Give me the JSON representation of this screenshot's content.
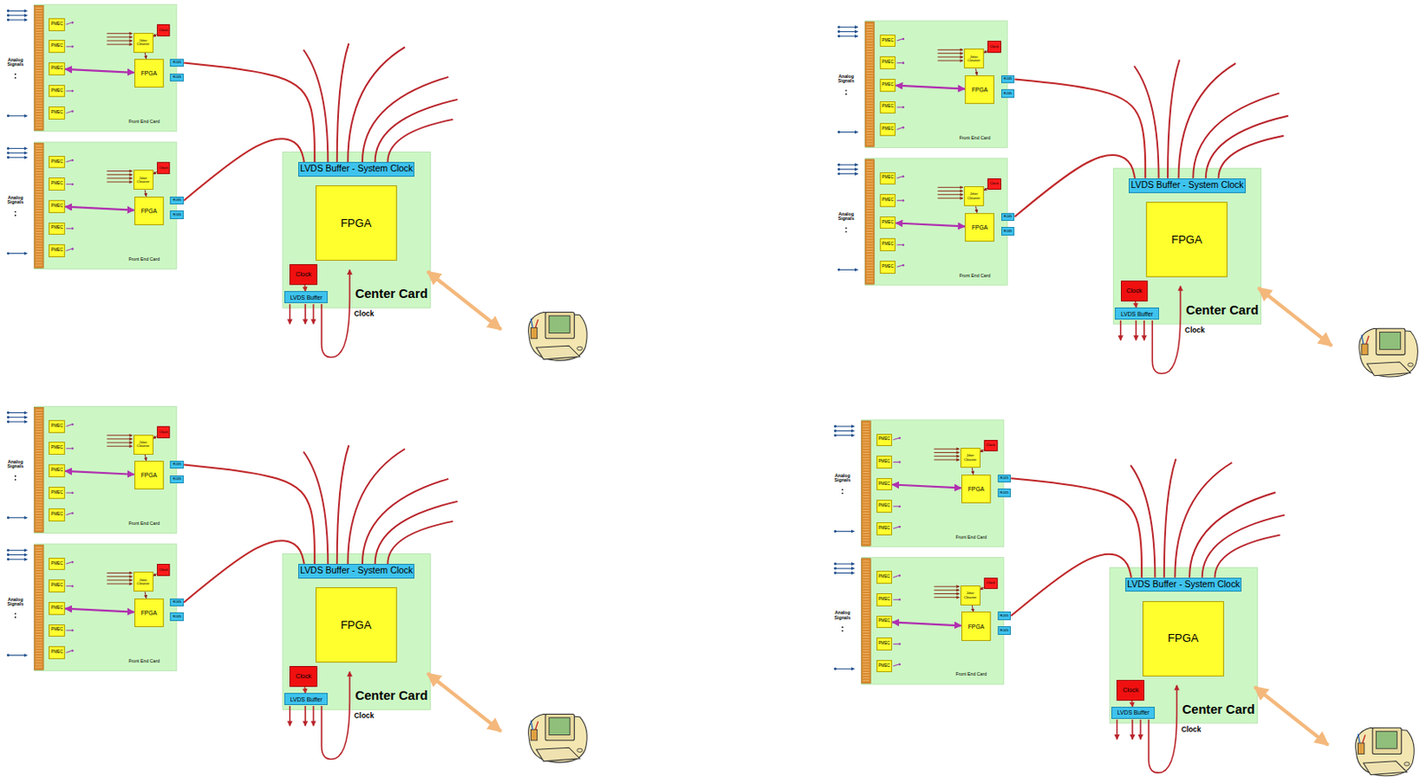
{
  "diagram": {
    "nodes": [
      {
        "text": [
          "Front End Card"
        ]
      },
      {
        "text": [
          "PMEC"
        ],
        "in": 0
      },
      {
        "text": [
          "PMEC"
        ],
        "in": 0
      },
      {
        "text": [
          "PMEC"
        ],
        "in": 0
      },
      {
        "text": [
          "PMEC"
        ],
        "in": 0
      },
      {
        "text": [
          "PMEC"
        ],
        "in": 0
      },
      {
        "text": [
          "Jitter Cleaner"
        ],
        "in": 0
      },
      {
        "text": [
          "Clock"
        ],
        "in": 0
      },
      {
        "text": [
          "FPGA"
        ],
        "in": 0
      },
      {
        "text": [
          "RJ45"
        ],
        "in": 0
      },
      {
        "text": [
          "RJ45"
        ],
        "in": 0
      },
      {
        "text": [
          "Front End Card"
        ]
      },
      {
        "text": [
          "PMEC"
        ],
        "in": 11
      },
      {
        "text": [
          "PMEC"
        ],
        "in": 11
      },
      {
        "text": [
          "PMEC"
        ],
        "in": 11
      },
      {
        "text": [
          "PMEC"
        ],
        "in": 11
      },
      {
        "text": [
          "PMEC"
        ],
        "in": 11
      },
      {
        "text": [
          "Jitter Cleaner"
        ],
        "in": 11
      },
      {
        "text": [
          "Clock"
        ],
        "in": 11
      },
      {
        "text": [
          "FPGA"
        ],
        "in": 11
      },
      {
        "text": [
          "RJ45"
        ],
        "in": 11
      },
      {
        "text": [
          "RJ45"
        ],
        "in": 11
      },
      {
        "text": [
          "Center Card"
        ]
      },
      {
        "text": [
          "LVDS Buffer - System Clock"
        ],
        "in": 22
      },
      {
        "text": [
          "FPGA"
        ],
        "in": 22
      },
      {
        "text": [
          "Clock"
        ],
        "in": 22
      },
      {
        "text": [
          "LVDS Buffer"
        ],
        "in": 22
      },
      {
        "text": [
          "Front End Card"
        ]
      },
      {
        "text": [
          "PMEC"
        ],
        "in": 27
      },
      {
        "text": [
          "PMEC"
        ],
        "in": 27
      },
      {
        "text": [
          "PMEC"
        ],
        "in": 27
      },
      {
        "text": [
          "PMEC"
        ],
        "in": 27
      },
      {
        "text": [
          "PMEC"
        ],
        "in": 27
      },
      {
        "text": [
          "Jitter Cleaner"
        ],
        "in": 27
      },
      {
        "text": [
          "Clock"
        ],
        "in": 27
      },
      {
        "text": [
          "FPGA"
        ],
        "in": 27
      },
      {
        "text": [
          "RJ45"
        ],
        "in": 27
      },
      {
        "text": [
          "RJ45"
        ],
        "in": 27
      },
      {
        "text": [
          "Front End Card"
        ]
      },
      {
        "text": [
          "PMEC"
        ],
        "in": 38
      },
      {
        "text": [
          "PMEC"
        ],
        "in": 38
      },
      {
        "text": [
          "PMEC"
        ],
        "in": 38
      },
      {
        "text": [
          "PMEC"
        ],
        "in": 38
      },
      {
        "text": [
          "PMEC"
        ],
        "in": 38
      },
      {
        "text": [
          "Jitter Cleaner"
        ],
        "in": 38
      },
      {
        "text": [
          "Clock"
        ],
        "in": 38
      },
      {
        "text": [
          "FPGA"
        ],
        "in": 38
      },
      {
        "text": [
          "RJ45"
        ],
        "in": 38
      },
      {
        "text": [
          "RJ45"
        ],
        "in": 38
      },
      {
        "text": [
          "Center Card"
        ]
      },
      {
        "text": [
          "LVDS Buffer - System Clock"
        ],
        "in": 49
      },
      {
        "text": [
          "FPGA"
        ],
        "in": 49
      },
      {
        "text": [
          "Clock"
        ],
        "in": 49
      },
      {
        "text": [
          "LVDS Buffer"
        ],
        "in": 49
      },
      {
        "text": [
          "Front End Card"
        ]
      },
      {
        "text": [
          "PMEC"
        ],
        "in": 54
      },
      {
        "text": [
          "PMEC"
        ],
        "in": 54
      },
      {
        "text": [
          "PMEC"
        ],
        "in": 54
      },
      {
        "text": [
          "PMEC"
        ],
        "in": 54
      },
      {
        "text": [
          "PMEC"
        ],
        "in": 54
      },
      {
        "text": [
          "Jitter Cleaner"
        ],
        "in": 54
      },
      {
        "text": [
          "Clock"
        ],
        "in": 54
      },
      {
        "text": [
          "FPGA"
        ],
        "in": 54
      },
      {
        "text": [
          "RJ45"
        ],
        "in": 54
      },
      {
        "text": [
          "RJ45"
        ],
        "in": 54
      },
      {
        "text": [
          "Front End Card"
        ]
      },
      {
        "text": [
          "PMEC"
        ],
        "in": 65
      },
      {
        "text": [
          "PMEC"
        ],
        "in": 65
      },
      {
        "text": [
          "PMEC"
        ],
        "in": 65
      },
      {
        "text": [
          "PMEC"
        ],
        "in": 65
      },
      {
        "text": [
          "PMEC"
        ],
        "in": 65
      },
      {
        "text": [
          "Jitter Cleaner"
        ],
        "in": 65
      },
      {
        "text": [
          "Clock"
        ],
        "in": 65
      },
      {
        "text": [
          "FPGA"
        ],
        "in": 65
      },
      {
        "text": [
          "RJ45"
        ],
        "in": 65
      },
      {
        "text": [
          "RJ45"
        ],
        "in": 65
      },
      {
        "text": [
          "Center Card"
        ]
      },
      {
        "text": [
          "LVDS Buffer - System Clock"
        ],
        "in": 76
      },
      {
        "text": [
          "FPGA"
        ],
        "in": 76
      },
      {
        "text": [
          "Clock"
        ],
        "in": 76
      },
      {
        "text": [
          "LVDS Buffer"
        ],
        "in": 76
      },
      {
        "text": [
          "Front End Card"
        ]
      },
      {
        "text": [
          "PMEC"
        ],
        "in": 81
      },
      {
        "text": [
          "PMEC"
        ],
        "in": 81
      },
      {
        "text": [
          "PMEC"
        ],
        "in": 81
      },
      {
        "text": [
          "PMEC"
        ],
        "in": 81
      },
      {
        "text": [
          "PMEC"
        ],
        "in": 81
      },
      {
        "text": [
          "Jitter Cleaner"
        ],
        "in": 81
      },
      {
        "text": [
          "Clock"
        ],
        "in": 81
      },
      {
        "text": [
          "FPGA"
        ],
        "in": 81
      },
      {
        "text": [
          "RJ45"
        ],
        "in": 81
      },
      {
        "text": [
          "RJ45"
        ],
        "in": 81
      },
      {
        "text": [
          "Front End Card"
        ]
      },
      {
        "text": [
          "PMEC"
        ],
        "in": 92
      },
      {
        "text": [
          "PMEC"
        ],
        "in": 92
      },
      {
        "text": [
          "PMEC"
        ],
        "in": 92
      },
      {
        "text": [
          "PMEC"
        ],
        "in": 92
      },
      {
        "text": [
          "PMEC"
        ],
        "in": 92
      },
      {
        "text": [
          "Jitter Cleaner"
        ],
        "in": 92
      },
      {
        "text": [
          "Clock"
        ],
        "in": 92
      },
      {
        "text": [
          "FPGA"
        ],
        "in": 92
      },
      {
        "text": [
          "RJ45"
        ],
        "in": 92
      },
      {
        "text": [
          "RJ45"
        ],
        "in": 92
      },
      {
        "text": [
          "Center Card"
        ]
      },
      {
        "text": [
          "LVDS Buffer - System Clock"
        ],
        "in": 103
      },
      {
        "text": [
          "FPGA"
        ],
        "in": 103
      },
      {
        "text": [
          "Clock"
        ],
        "in": 103
      },
      {
        "text": [
          "LVDS Buffer"
        ],
        "in": 103
      }
    ],
    "edges": [
      {
        "from": 7,
        "to": 6,
        "arrow": "to"
      },
      {
        "from": 6,
        "to": 8,
        "arrow": "to"
      },
      {
        "from": 8,
        "to": 3,
        "arrow": "both"
      },
      {
        "from": 18,
        "to": 17,
        "arrow": "to"
      },
      {
        "from": 17,
        "to": 19,
        "arrow": "to"
      },
      {
        "from": 19,
        "to": 14,
        "arrow": "both"
      },
      {
        "from": 9,
        "to": 23,
        "arrow": "none"
      },
      {
        "from": 20,
        "to": 23,
        "arrow": "none"
      },
      {
        "from": 25,
        "to": 26,
        "arrow": "to"
      },
      {
        "from": 34,
        "to": 33,
        "arrow": "to"
      },
      {
        "from": 33,
        "to": 35,
        "arrow": "to"
      },
      {
        "from": 35,
        "to": 30,
        "arrow": "both"
      },
      {
        "from": 45,
        "to": 44,
        "arrow": "to"
      },
      {
        "from": 44,
        "to": 46,
        "arrow": "to"
      },
      {
        "from": 46,
        "to": 41,
        "arrow": "both"
      },
      {
        "from": 36,
        "to": 50,
        "arrow": "none"
      },
      {
        "from": 47,
        "to": 50,
        "arrow": "none"
      },
      {
        "from": 52,
        "to": 53,
        "arrow": "to"
      },
      {
        "from": 61,
        "to": 60,
        "arrow": "to"
      },
      {
        "from": 60,
        "to": 62,
        "arrow": "to"
      },
      {
        "from": 62,
        "to": 57,
        "arrow": "both"
      },
      {
        "from": 72,
        "to": 71,
        "arrow": "to"
      },
      {
        "from": 71,
        "to": 73,
        "arrow": "to"
      },
      {
        "from": 73,
        "to": 68,
        "arrow": "both"
      },
      {
        "from": 63,
        "to": 77,
        "arrow": "none"
      },
      {
        "from": 74,
        "to": 77,
        "arrow": "none"
      },
      {
        "from": 79,
        "to": 80,
        "arrow": "to"
      },
      {
        "from": 88,
        "to": 87,
        "arrow": "to"
      },
      {
        "from": 87,
        "to": 89,
        "arrow": "to"
      },
      {
        "from": 89,
        "to": 84,
        "arrow": "both"
      },
      {
        "from": 99,
        "to": 98,
        "arrow": "to"
      },
      {
        "from": 98,
        "to": 100,
        "arrow": "to"
      },
      {
        "from": 100,
        "to": 95,
        "arrow": "both"
      },
      {
        "from": 90,
        "to": 104,
        "arrow": "none"
      },
      {
        "from": 101,
        "to": 104,
        "arrow": "none"
      },
      {
        "from": 106,
        "to": 107,
        "arrow": "to"
      }
    ],
    "labels": [
      "Analog Signals",
      "Analog Signals",
      "Clock",
      "Analog Signals",
      "Analog Signals",
      "Clock",
      "Analog Signals",
      "Analog Signals",
      "Clock",
      "Analog Signals",
      "Analog Signals",
      "Clock"
    ]
  }
}
